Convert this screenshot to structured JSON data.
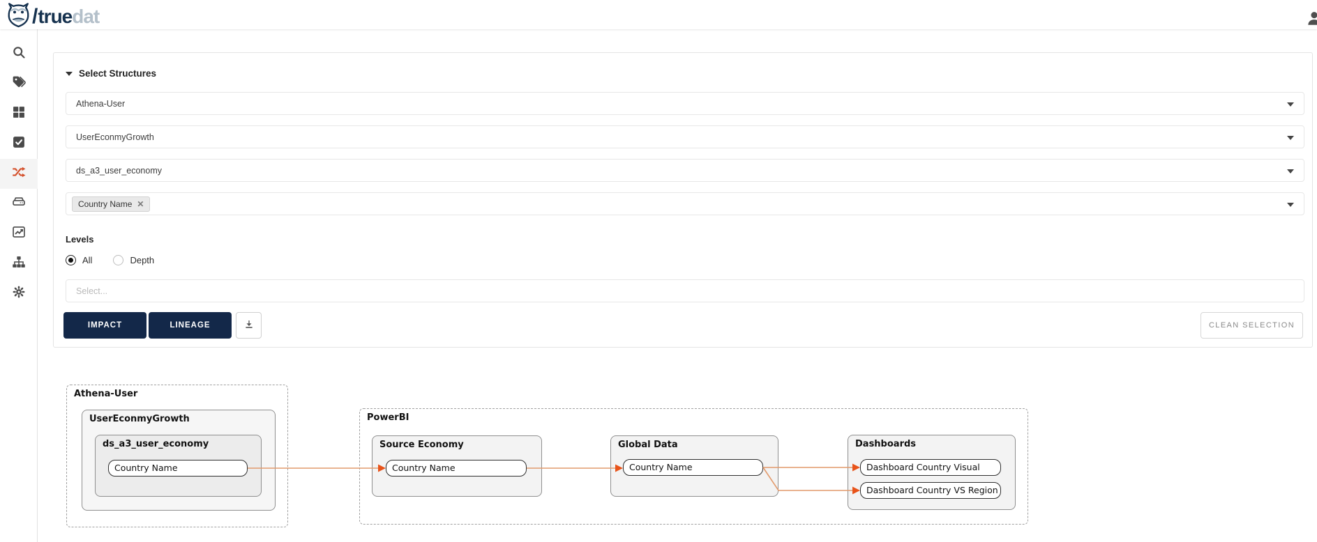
{
  "header": {
    "brand_slash": "/",
    "brand_primary": "true",
    "brand_secondary": "dat"
  },
  "sidebar": {
    "items": [
      {
        "id": "search",
        "icon": "search-icon",
        "active": false
      },
      {
        "id": "glossary",
        "icon": "tag-icon",
        "active": false
      },
      {
        "id": "catalog",
        "icon": "grid-icon",
        "active": false
      },
      {
        "id": "quality",
        "icon": "check-square-icon",
        "active": false
      },
      {
        "id": "lineage",
        "icon": "shuffle-icon",
        "active": true
      },
      {
        "id": "sources",
        "icon": "drive-icon",
        "active": false
      },
      {
        "id": "analytics",
        "icon": "chart-line-icon",
        "active": false
      },
      {
        "id": "structures",
        "icon": "sitemap-icon",
        "active": false
      },
      {
        "id": "settings",
        "icon": "gear-icon",
        "active": false
      }
    ]
  },
  "panel": {
    "title": "Select Structures",
    "selects": [
      {
        "value": "Athena-User"
      },
      {
        "value": "UserEconmyGrowth"
      },
      {
        "value": "ds_a3_user_economy"
      }
    ],
    "tag_select": {
      "tag": "Country Name"
    },
    "levels": {
      "label": "Levels",
      "option_all": "All",
      "option_depth": "Depth",
      "selected": "All"
    },
    "depth_placeholder": "Select...",
    "impact_button": "IMPACT",
    "lineage_button": "LINEAGE",
    "clean_button": "CLEAN SELECTION"
  },
  "graph": {
    "athena": {
      "label": "Athena-User",
      "system": "UserEconmyGrowth",
      "table": "ds_a3_user_economy",
      "field": "Country Name"
    },
    "powerbi": {
      "label": "PowerBI",
      "source_economy": {
        "label": "Source Economy",
        "field": "Country Name"
      },
      "global_data": {
        "label": "Global Data",
        "field": "Country Name"
      },
      "dashboards": {
        "label": "Dashboards",
        "fields": [
          "Dashboard Country Visual",
          "Dashboard Country VS Region"
        ]
      }
    },
    "edges": [
      {
        "from": "Athena-User/ds_a3_user_economy/Country Name",
        "to": "PowerBI/Source Economy/Country Name"
      },
      {
        "from": "PowerBI/Source Economy/Country Name",
        "to": "PowerBI/Global Data/Country Name"
      },
      {
        "from": "PowerBI/Global Data/Country Name",
        "to": "PowerBI/Dashboards/Dashboard Country Visual"
      },
      {
        "from": "PowerBI/Global Data/Country Name",
        "to": "PowerBI/Dashboards/Dashboard Country VS Region"
      }
    ]
  },
  "colors": {
    "accent_orange": "#d4502b",
    "button_navy": "#132849",
    "brand_dark": "#16324f",
    "brand_light": "#b4c0ca",
    "edge_line": "#e29a6c",
    "edge_arrow": "#e8531a"
  }
}
